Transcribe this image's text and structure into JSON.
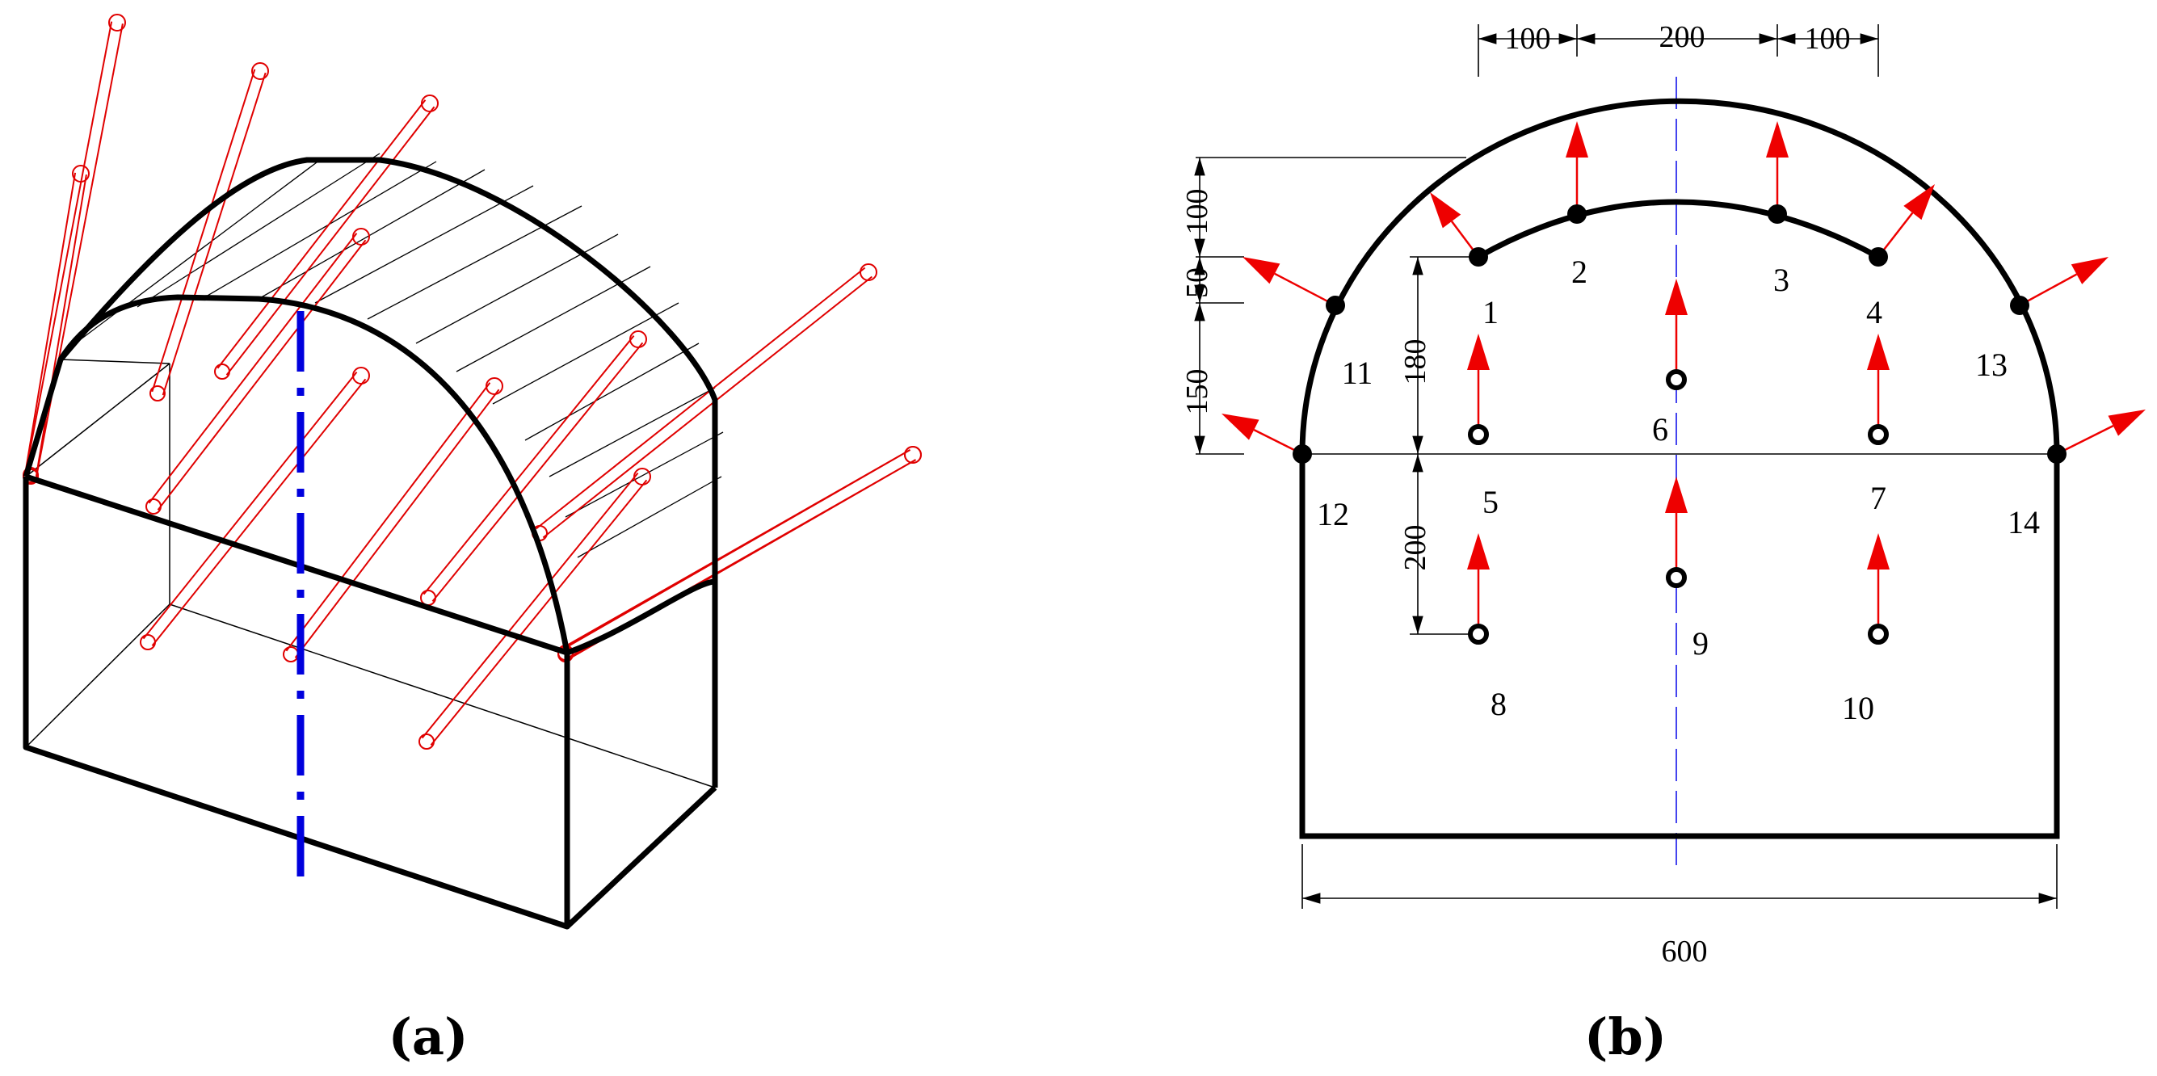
{
  "panels": {
    "a": {
      "label": "(a)"
    },
    "b": {
      "label": "(b)"
    }
  },
  "dimensions": {
    "top": [
      "100",
      "200",
      "100"
    ],
    "left": [
      "100",
      "50",
      "150"
    ],
    "inner": [
      "180",
      "200"
    ],
    "width": "600"
  },
  "points": [
    "1",
    "2",
    "3",
    "4",
    "5",
    "6",
    "7",
    "8",
    "9",
    "10",
    "11",
    "12",
    "13",
    "14"
  ],
  "colors": {
    "outline": "#000000",
    "anchor": "#e00000",
    "centerline": "#0000dd",
    "arrow": "#ee0000"
  }
}
